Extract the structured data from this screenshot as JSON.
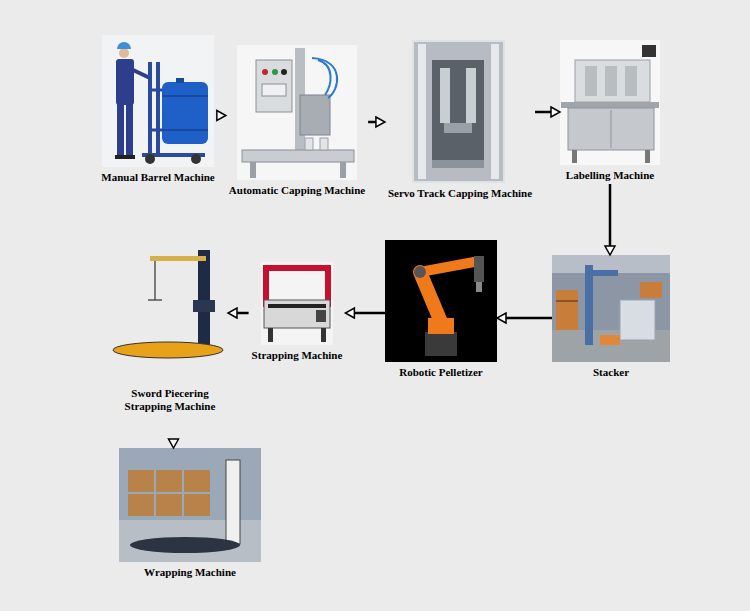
{
  "diagram": {
    "nodes": [
      {
        "text": [
          "Manual Barrel Machine"
        ]
      },
      {
        "text": [
          "Automatic Capping Machine"
        ]
      },
      {
        "text": [
          "Servo Track Capping Machine"
        ]
      },
      {
        "text": [
          "Labelling Machine"
        ]
      },
      {
        "text": [
          "Stacker"
        ]
      },
      {
        "text": [
          "Robotic Pelletizer"
        ]
      },
      {
        "text": [
          "Strapping Machine"
        ]
      },
      {
        "text": [
          "Sword Piecering Strapping Machine"
        ]
      },
      {
        "text": [
          "Wrapping Machine"
        ]
      }
    ],
    "edges": [
      {
        "from": 0,
        "to": 1,
        "arrow": "to"
      },
      {
        "from": 1,
        "to": 2,
        "arrow": "to"
      },
      {
        "from": 2,
        "to": 3,
        "arrow": "to"
      },
      {
        "from": 3,
        "to": 4,
        "arrow": "to"
      },
      {
        "from": 4,
        "to": 5,
        "arrow": "to"
      },
      {
        "from": 5,
        "to": 6,
        "arrow": "to"
      },
      {
        "from": 6,
        "to": 7,
        "arrow": "to"
      },
      {
        "from": 7,
        "to": 8,
        "arrow": "to"
      }
    ]
  }
}
